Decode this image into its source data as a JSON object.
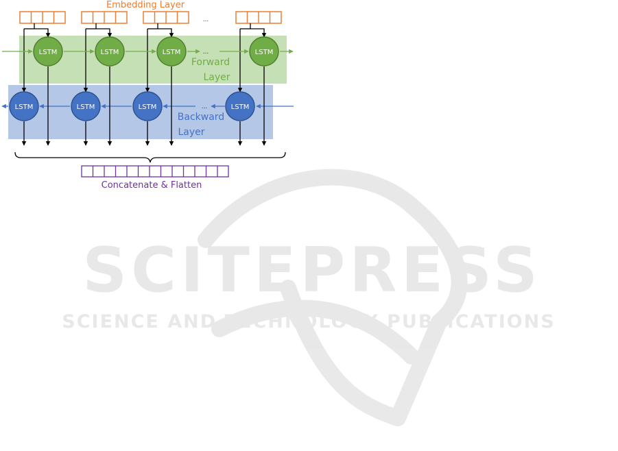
{
  "diagram": {
    "embedding_label": "Embedding Layer",
    "forward_label_line1": "Forward",
    "forward_label_line2": "Layer",
    "backward_label_line1": "Backward",
    "backward_label_line2": "Layer",
    "concat_label": "Concatenate & Flatten",
    "cell_label": "LSTM",
    "ellipsis": "...",
    "colors": {
      "orange": "#ED7D31",
      "green_fill": "#70AD47",
      "green_band": "#C5E0B4",
      "blue_fill": "#4472C4",
      "blue_band": "#B4C7E7",
      "purple": "#7030A0",
      "black": "#000000"
    }
  },
  "watermark": {
    "main": "SCITEPRESS",
    "sub": "SCIENCE AND TECHNOLOGY PUBLICATIONS"
  }
}
